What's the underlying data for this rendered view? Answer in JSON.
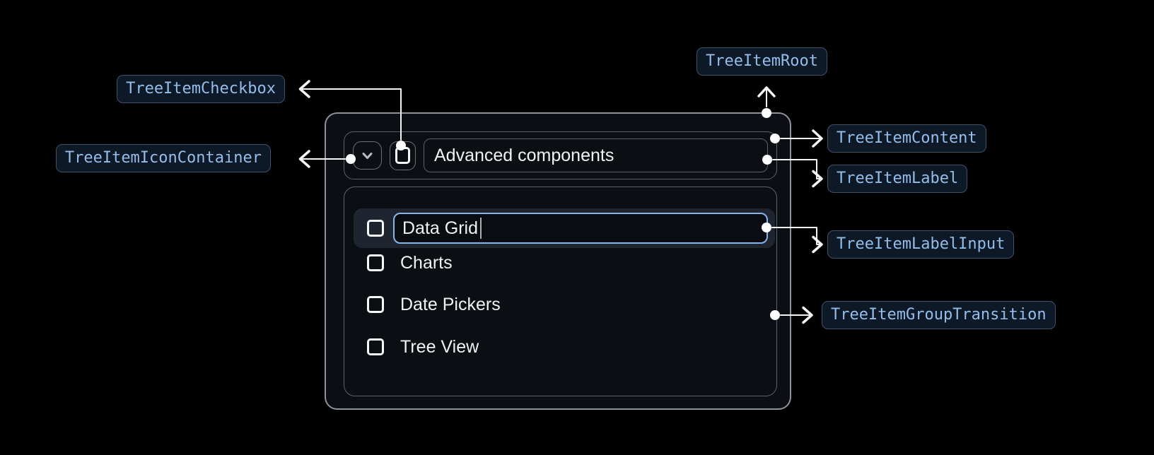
{
  "badges": {
    "checkbox": "TreeItemCheckbox",
    "icon_container": "TreeItemIconContainer",
    "root": "TreeItemRoot",
    "content": "TreeItemContent",
    "label": "TreeItemLabel",
    "label_input": "TreeItemLabelInput",
    "group_transition": "TreeItemGroupTransition"
  },
  "tree": {
    "parent": {
      "label": "Advanced components",
      "expanded": true,
      "checkbox_checked": false
    },
    "editing_item": {
      "input_value": "Data Grid",
      "checkbox_checked": false,
      "focused": true
    },
    "items": [
      {
        "label": "Charts",
        "checkbox_checked": false
      },
      {
        "label": "Date Pickers",
        "checkbox_checked": false
      },
      {
        "label": "Tree View",
        "checkbox_checked": false
      }
    ]
  },
  "icons": {
    "expand": "chevron-down-icon",
    "checkbox": "checkbox-unchecked-icon"
  },
  "colors": {
    "background": "#000000",
    "badge_bg": "#0e1927",
    "badge_border": "#405268",
    "badge_text": "#94bdea",
    "root_border": "#8d939a",
    "inner_border": "#5d6268",
    "row_highlight": "#1e2530",
    "input_focus_border": "#86b5ee",
    "connector": "#f3f5f7",
    "text": "#f2f2f2"
  }
}
